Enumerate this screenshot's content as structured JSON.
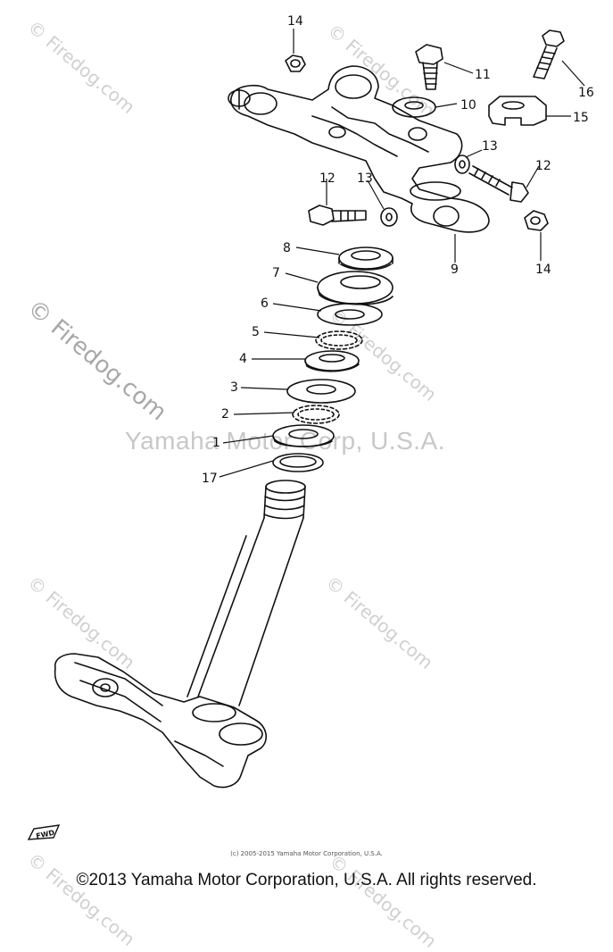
{
  "watermarks": {
    "site": "© Firedog.com",
    "center": "Yamaha Motor Corp, U.S.A."
  },
  "parts": [
    {
      "num": "14"
    },
    {
      "num": "11"
    },
    {
      "num": "16"
    },
    {
      "num": "10"
    },
    {
      "num": "15"
    },
    {
      "num": "13"
    },
    {
      "num": "12"
    },
    {
      "num": "12"
    },
    {
      "num": "13"
    },
    {
      "num": "14"
    },
    {
      "num": "9"
    },
    {
      "num": "8"
    },
    {
      "num": "7"
    },
    {
      "num": "6"
    },
    {
      "num": "5"
    },
    {
      "num": "4"
    },
    {
      "num": "3"
    },
    {
      "num": "2"
    },
    {
      "num": "1"
    },
    {
      "num": "17"
    }
  ],
  "fwd_label": "FWD",
  "small_copyright": "(c) 2005-2015 Yamaha Motor Corporation, U.S.A.",
  "footer": "©2013 Yamaha Motor Corporation, U.S.A. All rights reserved.",
  "colors": {
    "ink": "#111111",
    "watermark": "#d0d0d0"
  }
}
